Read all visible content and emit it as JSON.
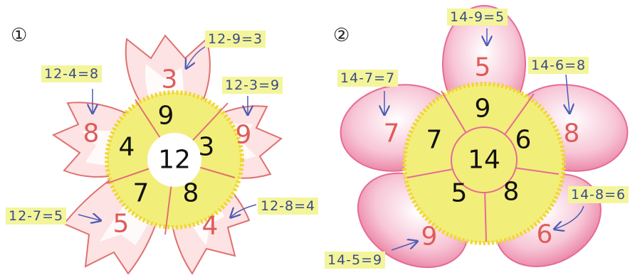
{
  "flower1": {
    "label": "①",
    "center": "12",
    "inner": [
      "9",
      "3",
      "8",
      "7",
      "4"
    ],
    "outer": [
      "3",
      "9",
      "4",
      "5",
      "8"
    ],
    "equations": [
      "12-9=3",
      "12-3=9",
      "12-8=4",
      "12-7=5",
      "12-4=8"
    ]
  },
  "flower2": {
    "label": "②",
    "center": "14",
    "inner": [
      "9",
      "6",
      "8",
      "5",
      "7"
    ],
    "outer": [
      "5",
      "8",
      "6",
      "9",
      "7"
    ],
    "equations": [
      "14-9=5",
      "14-6=8",
      "14-8=6",
      "14-5=9",
      "14-7=7"
    ]
  },
  "colors": {
    "petal1_fill": "#fde3e3",
    "petal1_stroke": "#e07070",
    "petal2_fill": "#f8c5d3",
    "yellow": "#f2ee7a",
    "arrow": "#4b5cb5"
  }
}
